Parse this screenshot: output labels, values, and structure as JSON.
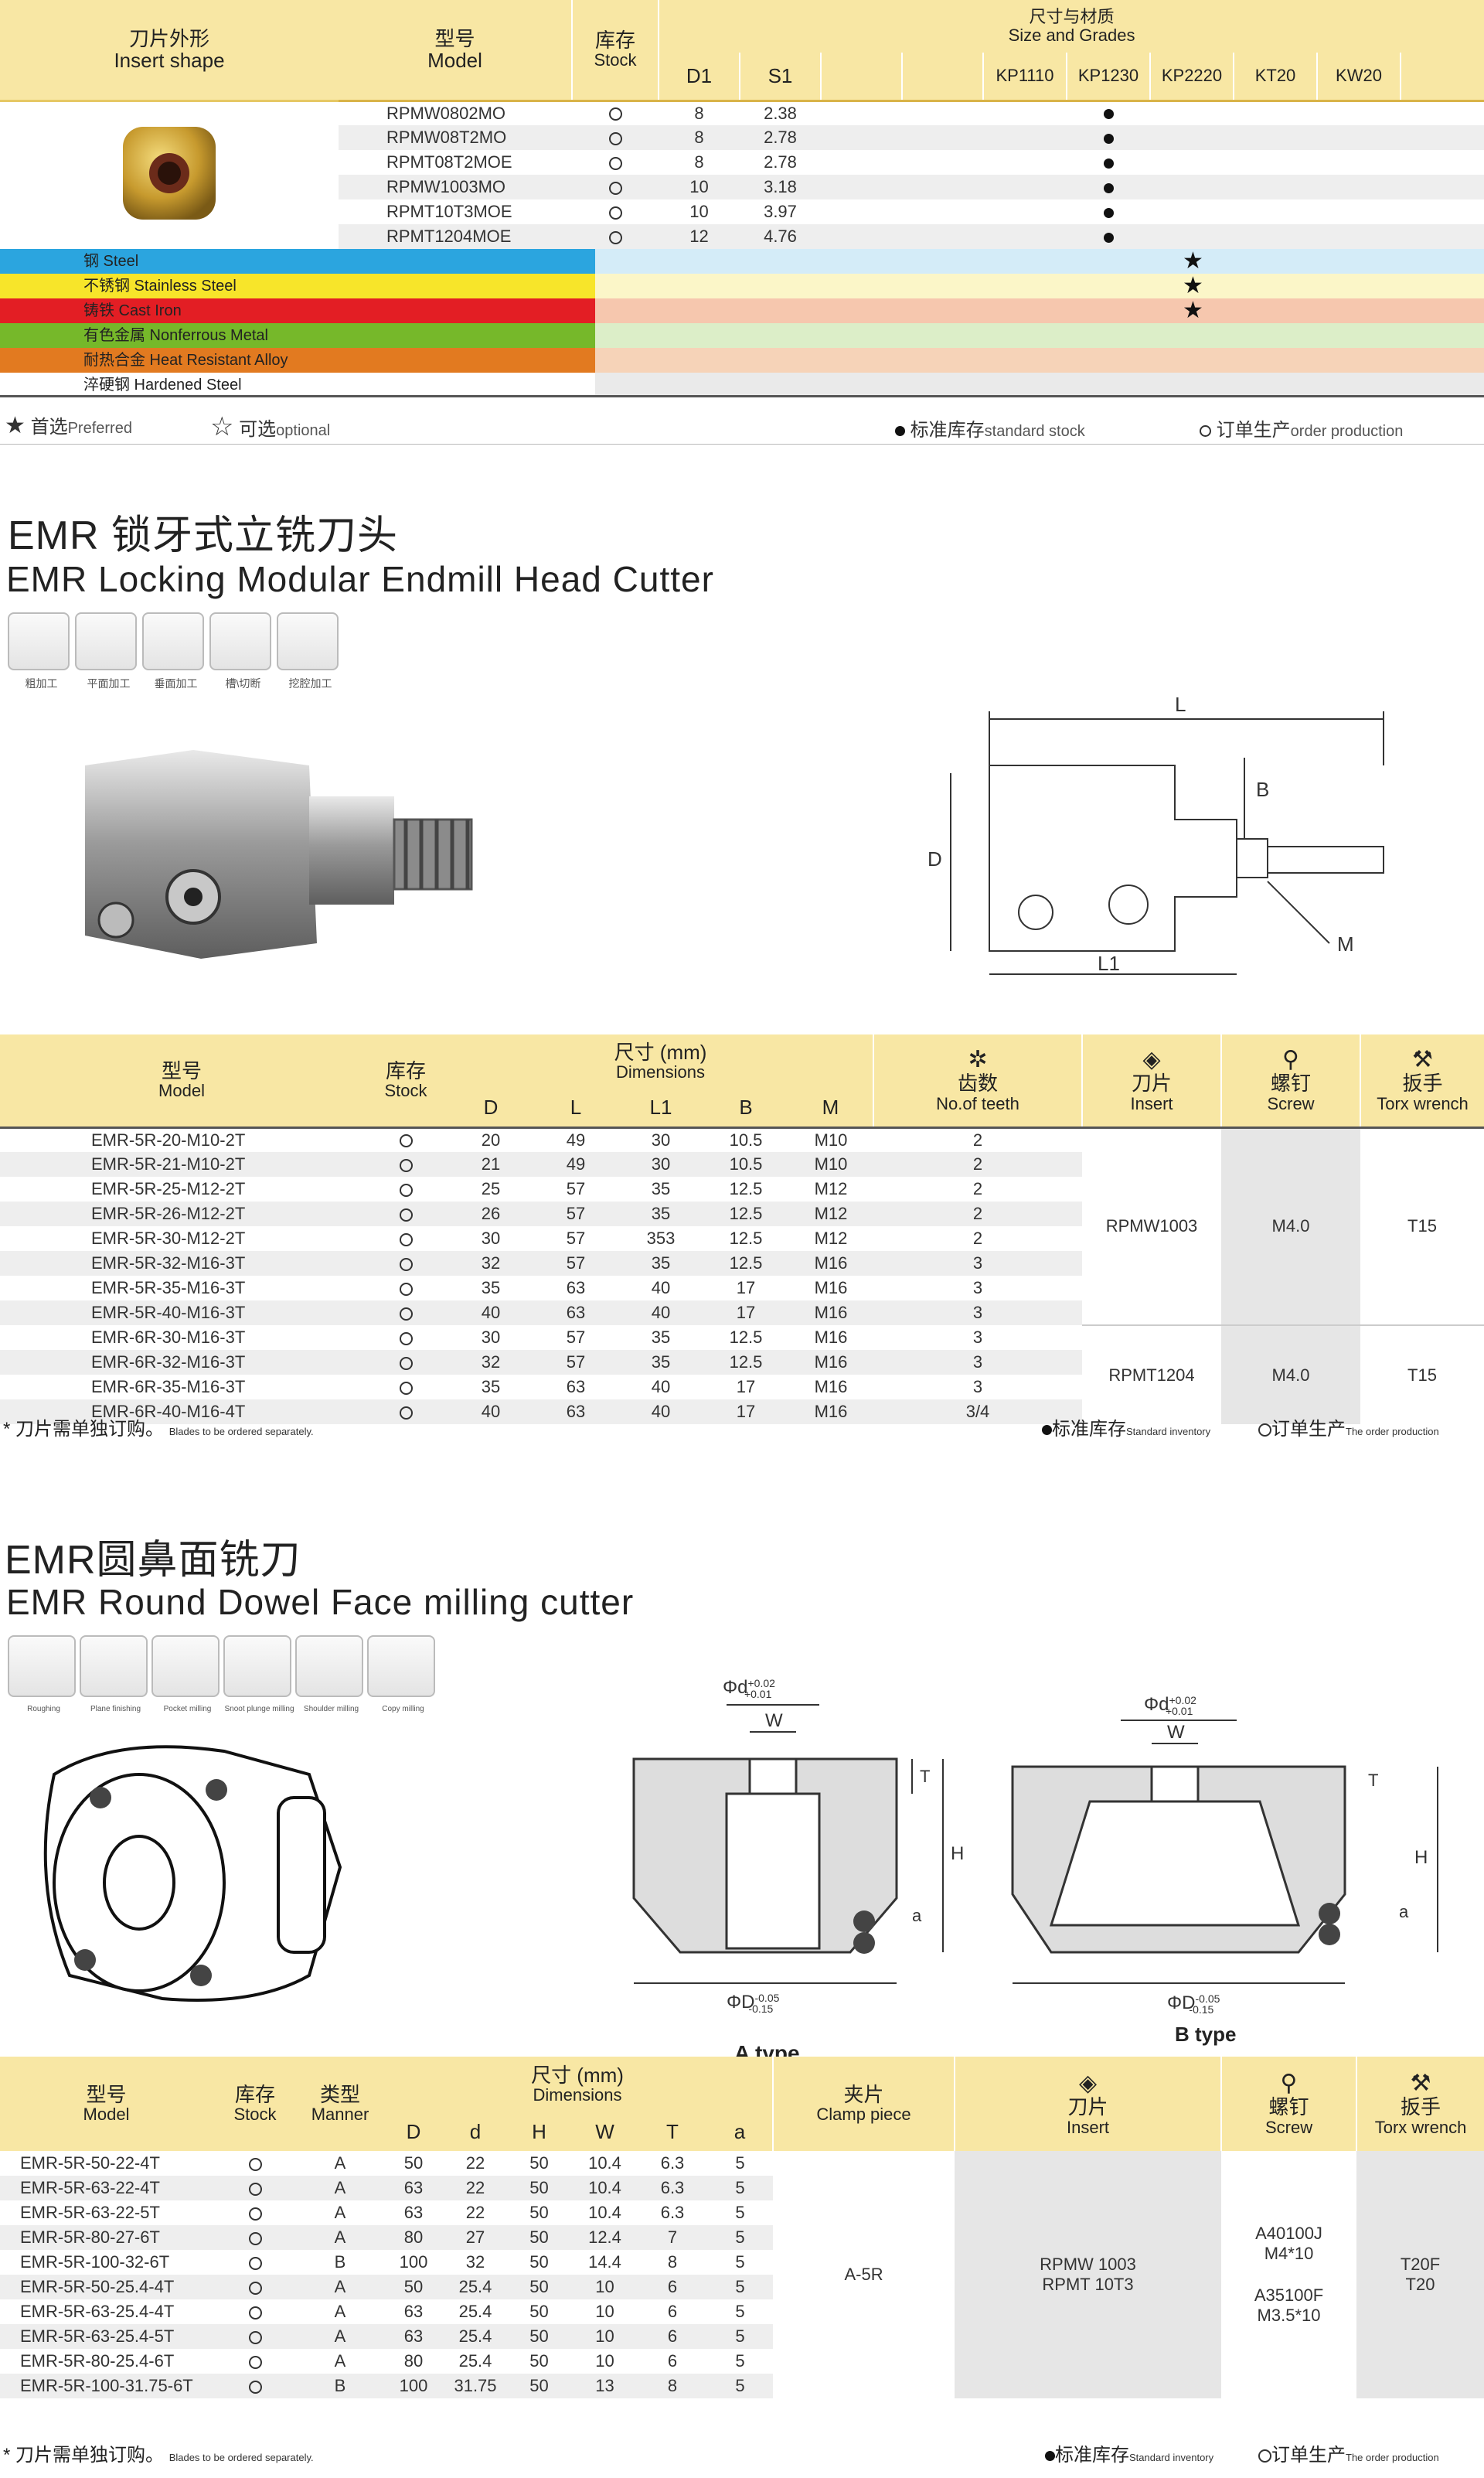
{
  "insert_table": {
    "headers": {
      "shape_zh": "刀片外形",
      "shape_en": "Insert shape",
      "model_zh": "型号",
      "model_en": "Model",
      "stock_zh": "库存",
      "stock_en": "Stock",
      "size_zh": "尺寸与材质",
      "size_en": "Size and Grades",
      "d1": "D1",
      "s1": "S1",
      "grades": [
        "KP1110",
        "KP1230",
        "KP2220",
        "KT20",
        "KW20"
      ]
    },
    "rows": [
      {
        "model": "RPMW0802MO",
        "d1": "8",
        "s1": "2.38"
      },
      {
        "model": "RPMW08T2MO",
        "d1": "8",
        "s1": "2.78"
      },
      {
        "model": "RPMT08T2MOE",
        "d1": "8",
        "s1": "2.78"
      },
      {
        "model": "RPMW1003MO",
        "d1": "10",
        "s1": "3.18"
      },
      {
        "model": "RPMT10T3MOE",
        "d1": "10",
        "s1": "3.97"
      },
      {
        "model": "RPMT1204MOE",
        "d1": "12",
        "s1": "4.76"
      }
    ],
    "materials": [
      {
        "label": "钢 Steel",
        "color": "#2ba5df",
        "rest": "#d4ecf8",
        "star": "★"
      },
      {
        "label": "不锈钢 Stainless Steel",
        "color": "#f7e52a",
        "rest": "#fbf6c8",
        "star": "★"
      },
      {
        "label": "铸铁 Cast Iron",
        "color": "#e31e24",
        "rest": "#f6c7ae",
        "star": "★"
      },
      {
        "label": "有色金属 Nonferrous Metal",
        "color": "#76b82a",
        "rest": "#dceec8",
        "star": ""
      },
      {
        "label": "耐热合金 Heat Resistant Alloy",
        "color": "#e27a20",
        "rest": "#f6d3b8",
        "star": ""
      },
      {
        "label": "淬硬钢 Hardened Steel",
        "color": "#ffffff",
        "rest": "#eaeaea",
        "star": ""
      }
    ],
    "legend": {
      "preferred_zh": "首选",
      "preferred_en": "Preferred",
      "optional_zh": "可选",
      "optional_en": "optional",
      "stock_zh": "标准库存",
      "stock_en": "standard stock",
      "order_zh": "订单生产",
      "order_en": "order production"
    }
  },
  "emr_locking": {
    "title_zh": "EMR 锁牙式立铣刀头",
    "title_en": "EMR Locking Modular Endmill Head Cutter",
    "ops": [
      "粗加工",
      "平面加工",
      "垂面加工",
      "槽\\切断",
      "挖腔加工"
    ],
    "dim_labels": {
      "L": "L",
      "B": "B",
      "D": "D",
      "L1": "L1",
      "M": "M"
    },
    "headers": {
      "model_zh": "型号",
      "model_en": "Model",
      "stock_zh": "库存",
      "stock_en": "Stock",
      "dim_zh": "尺寸 (mm)",
      "dim_en": "Dimensions",
      "cols": [
        "D",
        "L",
        "L1",
        "B",
        "M"
      ],
      "teeth_zh": "齿数",
      "teeth_en": "No.of teeth",
      "insert_zh": "刀片",
      "insert_en": "Insert",
      "screw_zh": "螺钉",
      "screw_en": "Screw",
      "wrench_zh": "扳手",
      "wrench_en": "Torx wrench"
    },
    "rows": [
      {
        "model": "EMR-5R-20-M10-2T",
        "d": "20",
        "l": "49",
        "l1": "30",
        "b": "10.5",
        "m": "M10",
        "teeth": "2"
      },
      {
        "model": "EMR-5R-21-M10-2T",
        "d": "21",
        "l": "49",
        "l1": "30",
        "b": "10.5",
        "m": "M10",
        "teeth": "2"
      },
      {
        "model": "EMR-5R-25-M12-2T",
        "d": "25",
        "l": "57",
        "l1": "35",
        "b": "12.5",
        "m": "M12",
        "teeth": "2"
      },
      {
        "model": "EMR-5R-26-M12-2T",
        "d": "26",
        "l": "57",
        "l1": "35",
        "b": "12.5",
        "m": "M12",
        "teeth": "2"
      },
      {
        "model": "EMR-5R-30-M12-2T",
        "d": "30",
        "l": "57",
        "l1": "353",
        "b": "12.5",
        "m": "M12",
        "teeth": "2"
      },
      {
        "model": "EMR-5R-32-M16-3T",
        "d": "32",
        "l": "57",
        "l1": "35",
        "b": "12.5",
        "m": "M16",
        "teeth": "3"
      },
      {
        "model": "EMR-5R-35-M16-3T",
        "d": "35",
        "l": "63",
        "l1": "40",
        "b": "17",
        "m": "M16",
        "teeth": "3"
      },
      {
        "model": "EMR-5R-40-M16-3T",
        "d": "40",
        "l": "63",
        "l1": "40",
        "b": "17",
        "m": "M16",
        "teeth": "3"
      },
      {
        "model": "EMR-6R-30-M16-3T",
        "d": "30",
        "l": "57",
        "l1": "35",
        "b": "12.5",
        "m": "M16",
        "teeth": "3"
      },
      {
        "model": "EMR-6R-32-M16-3T",
        "d": "32",
        "l": "57",
        "l1": "35",
        "b": "12.5",
        "m": "M16",
        "teeth": "3"
      },
      {
        "model": "EMR-6R-35-M16-3T",
        "d": "35",
        "l": "63",
        "l1": "40",
        "b": "17",
        "m": "M16",
        "teeth": "3"
      },
      {
        "model": "EMR-6R-40-M16-4T",
        "d": "40",
        "l": "63",
        "l1": "40",
        "b": "17",
        "m": "M16",
        "teeth": "3/4"
      }
    ],
    "groups": [
      {
        "insert": "RPMW1003",
        "screw": "M4.0",
        "wrench": "T15"
      },
      {
        "insert": "RPMT1204",
        "screw": "M4.0",
        "wrench": "T15"
      }
    ],
    "note_zh": "* 刀片需单独订购。",
    "note_en": "Blades to be ordered separately.",
    "stock_zh": "标准库存",
    "stock_en": "Standard inventory",
    "order_zh": "订单生产",
    "order_en": "The order production"
  },
  "emr_round": {
    "title_zh": "EMR圆鼻面铣刀",
    "title_en": "EMR Round Dowel Face milling cutter",
    "ops": [
      "Roughing",
      "Plane finishing",
      "Pocket milling",
      "Snoot plunge milling",
      "Shoulder milling",
      "Copy milling"
    ],
    "diagram": {
      "a_type": "A type",
      "b_type": "B type",
      "phi_d": "Φd",
      "phi_d_tol_up": "+0.02",
      "phi_d_tol_dn": "+0.01",
      "phi_D": "ΦD",
      "phi_D_tol_up": "-0.05",
      "phi_D_tol_dn": "-0.15",
      "w": "W",
      "t": "T",
      "h": "H",
      "a": "a"
    },
    "headers": {
      "model_zh": "型号",
      "model_en": "Model",
      "stock_zh": "库存",
      "stock_en": "Stock",
      "manner_zh": "类型",
      "manner_en": "Manner",
      "dim_zh": "尺寸 (mm)",
      "dim_en": "Dimensions",
      "cols": [
        "D",
        "d",
        "H",
        "W",
        "T",
        "a"
      ],
      "clamp_zh": "夹片",
      "clamp_en": "Clamp piece",
      "insert_zh": "刀片",
      "insert_en": "Insert",
      "screw_zh": "螺钉",
      "screw_en": "Screw",
      "wrench_zh": "扳手",
      "wrench_en": "Torx wrench"
    },
    "rows": [
      {
        "model": "EMR-5R-50-22-4T",
        "manner": "A",
        "D": "50",
        "d": "22",
        "H": "50",
        "W": "10.4",
        "T": "6.3",
        "a": "5"
      },
      {
        "model": "EMR-5R-63-22-4T",
        "manner": "A",
        "D": "63",
        "d": "22",
        "H": "50",
        "W": "10.4",
        "T": "6.3",
        "a": "5"
      },
      {
        "model": "EMR-5R-63-22-5T",
        "manner": "A",
        "D": "63",
        "d": "22",
        "H": "50",
        "W": "10.4",
        "T": "6.3",
        "a": "5"
      },
      {
        "model": "EMR-5R-80-27-6T",
        "manner": "A",
        "D": "80",
        "d": "27",
        "H": "50",
        "W": "12.4",
        "T": "7",
        "a": "5"
      },
      {
        "model": "EMR-5R-100-32-6T",
        "manner": "B",
        "D": "100",
        "d": "32",
        "H": "50",
        "W": "14.4",
        "T": "8",
        "a": "5"
      },
      {
        "model": "EMR-5R-50-25.4-4T",
        "manner": "A",
        "D": "50",
        "d": "25.4",
        "H": "50",
        "W": "10",
        "T": "6",
        "a": "5"
      },
      {
        "model": "EMR-5R-63-25.4-4T",
        "manner": "A",
        "D": "63",
        "d": "25.4",
        "H": "50",
        "W": "10",
        "T": "6",
        "a": "5"
      },
      {
        "model": "EMR-5R-63-25.4-5T",
        "manner": "A",
        "D": "63",
        "d": "25.4",
        "H": "50",
        "W": "10",
        "T": "6",
        "a": "5"
      },
      {
        "model": "EMR-5R-80-25.4-6T",
        "manner": "A",
        "D": "80",
        "d": "25.4",
        "H": "50",
        "W": "10",
        "T": "6",
        "a": "5"
      },
      {
        "model": "EMR-5R-100-31.75-6T",
        "manner": "B",
        "D": "100",
        "d": "31.75",
        "H": "50",
        "W": "13",
        "T": "8",
        "a": "5"
      }
    ],
    "clamp": "A-5R",
    "insert_1": "RPMW 1003",
    "insert_2": "RPMT 10T3",
    "screw_1a": "A40100J",
    "screw_1b": "M4*10",
    "screw_2a": "A35100F",
    "screw_2b": "M3.5*10",
    "wrench_1": "T20F",
    "wrench_2": "T20",
    "note_zh": "* 刀片需单独订购。",
    "note_en": "Blades to be ordered separately.",
    "stock_zh": "标准库存",
    "stock_en": "Standard inventory",
    "order_zh": "订单生产",
    "order_en": "The order production"
  }
}
